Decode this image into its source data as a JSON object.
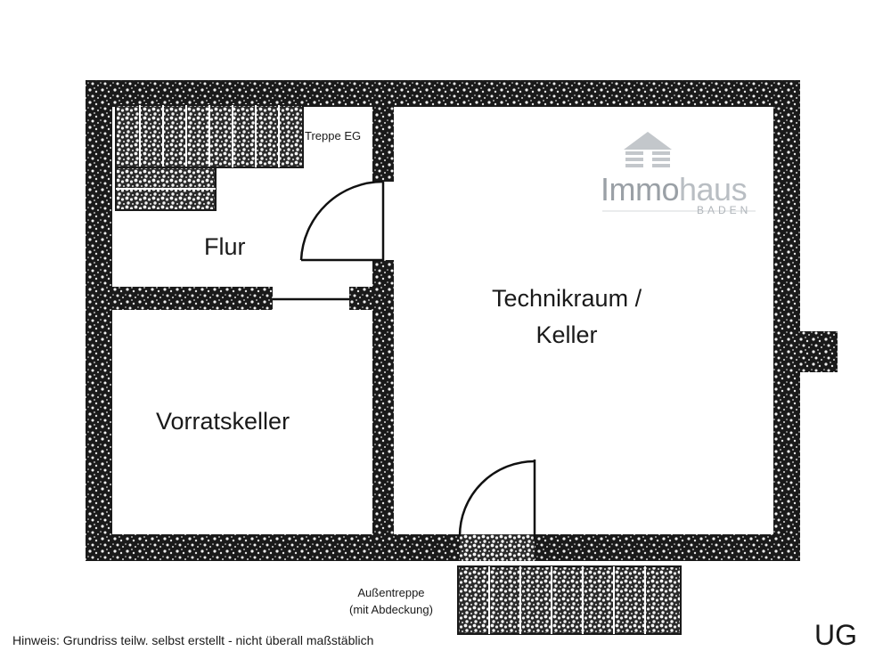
{
  "rooms": {
    "flur": "Flur",
    "technik_line1": "Technikraum /",
    "technik_line2": "Keller",
    "vorrat": "Vorratskeller"
  },
  "labels": {
    "treppe_eg": "Treppe EG",
    "aussen_line1": "Außentreppe",
    "aussen_line2": "(mit Abdeckung)",
    "hinweis": "Hinweis: Grundriss teilw. selbst erstellt - nicht überall maßstäblich",
    "floor": "UG"
  },
  "logo": {
    "word_main": "Immo",
    "word_light": "haus",
    "sub": "BADEN",
    "icon": "house-logo-icon",
    "color": "#9aa0a6"
  },
  "colors": {
    "wall": "#1a1a1a",
    "wall_texture": "#f2f2f2",
    "background": "#ffffff"
  }
}
